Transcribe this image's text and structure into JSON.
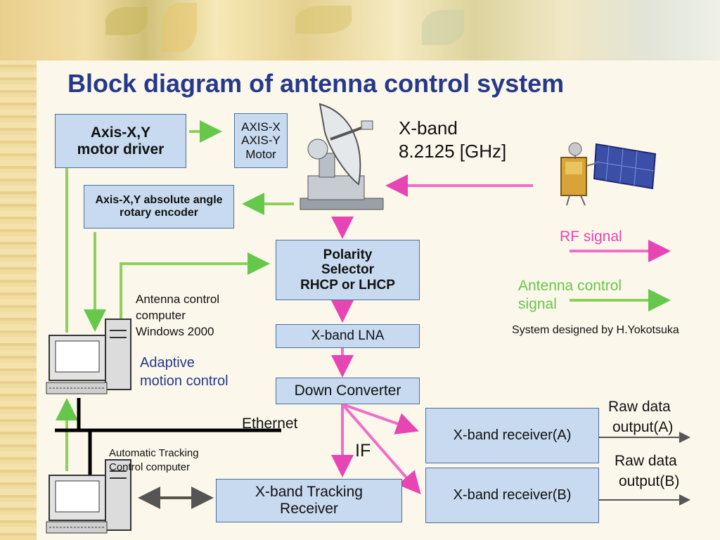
{
  "title": "Block diagram of antenna control system",
  "boxes": {
    "motor_driver": [
      "Axis-X,Y",
      "motor driver"
    ],
    "motor": [
      "AXIS-X",
      "AXIS-Y",
      "Motor"
    ],
    "encoder": [
      "Axis-X,Y absolute angle",
      "rotary encoder"
    ],
    "polarity": [
      "Polarity",
      "Selector",
      "RHCP or LHCP"
    ],
    "lna": "X-band LNA",
    "down_converter": "Down Converter",
    "receiver_a": "X-band receiver(A)",
    "receiver_b": "X-band receiver(B)",
    "tracking_receiver": [
      "X-band Tracking",
      "Receiver"
    ]
  },
  "labels": {
    "band": [
      "X-band",
      "8.2125 [GHz]"
    ],
    "rf_signal": "RF signal",
    "antenna_control_signal": [
      "Antenna control",
      "signal"
    ],
    "designer": "System designed by H.Yokotsuka",
    "antenna_computer": [
      "Antenna control",
      "computer",
      "Windows 2000"
    ],
    "adaptive": [
      "Adaptive",
      "motion control"
    ],
    "ethernet": "Ethernet",
    "if": "IF",
    "tracking_computer": [
      "Automatic Tracking",
      "Control computer"
    ],
    "raw_a": [
      "Raw data",
      "output(A)"
    ],
    "raw_b": [
      "Raw data",
      "output(B)"
    ]
  },
  "colors": {
    "title": "#26388c",
    "box_fill": "#c7daf0",
    "rf_signal": "#e744b4",
    "antenna_control_signal": "#66c84a",
    "ethernet": "#000000",
    "data_output": "#555555"
  },
  "icons": [
    "parabolic-antenna-icon",
    "satellite-icon",
    "desktop-computer-icon"
  ]
}
